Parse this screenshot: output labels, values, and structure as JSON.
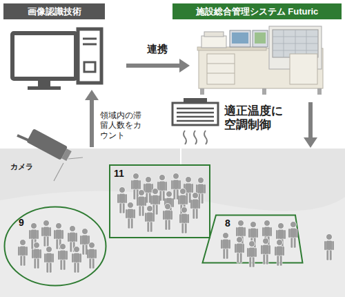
{
  "diagram": {
    "nodes": [
      {
        "text": [
          "画像認識技術"
        ]
      },
      {
        "text": [
          "施設総合管理システム Futuric"
        ]
      },
      {
        "text": [
          "カメラ"
        ]
      },
      {
        "text": [
          "9"
        ]
      },
      {
        "text": [
          "11"
        ]
      },
      {
        "text": [
          "8"
        ]
      }
    ],
    "edges": [
      {
        "from": 0,
        "to": 1,
        "label": "連携",
        "arrow": "to"
      },
      {
        "from": 2,
        "to": 0,
        "label": "領域内の滞留人数をカウント",
        "arrow": "to"
      }
    ],
    "labels": [
      "適正温度に空調制御"
    ]
  }
}
